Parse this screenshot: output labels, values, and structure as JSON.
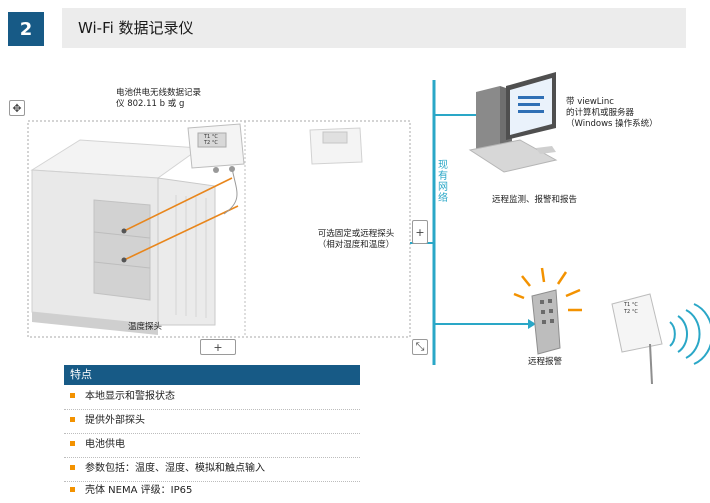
{
  "header": {
    "section_number": "2",
    "title": "Wi-Fi 数据记录仪"
  },
  "diagram": {
    "logger_label_line1": "电池供电无线数据记录",
    "logger_label_line2": "仪 802.11 b 或 g",
    "probe_label": "温度探头",
    "optional_probe_line1": "可选固定或远程探头",
    "optional_probe_line2": "（相对湿度和温度）",
    "network_label": "现有网络",
    "computer_line1": "带 viewLinc",
    "computer_line2": "的计算机或服务器",
    "computer_line3": "（Windows 操作系统）",
    "monitoring_label": "远程监测、报警和报告",
    "remote_alarm_label": "远程报警",
    "display_text": "T1 °C",
    "display_text2": "T2 °C"
  },
  "controls": {
    "move_icon": "✥",
    "add_side": "+",
    "add_bottom": "+",
    "resize_icon": "⤡"
  },
  "features": {
    "title": "特点",
    "items": [
      "本地显示和警报状态",
      "提供外部探头",
      "电池供电",
      "参数包括：温度、湿度、模拟和触点输入",
      "壳体 NEMA 评级：IP65"
    ]
  },
  "colors": {
    "accent_blue": "#175a86",
    "network_cyan": "#2aa7c7",
    "bullet_orange": "#f39200",
    "header_gray": "#ececec"
  }
}
